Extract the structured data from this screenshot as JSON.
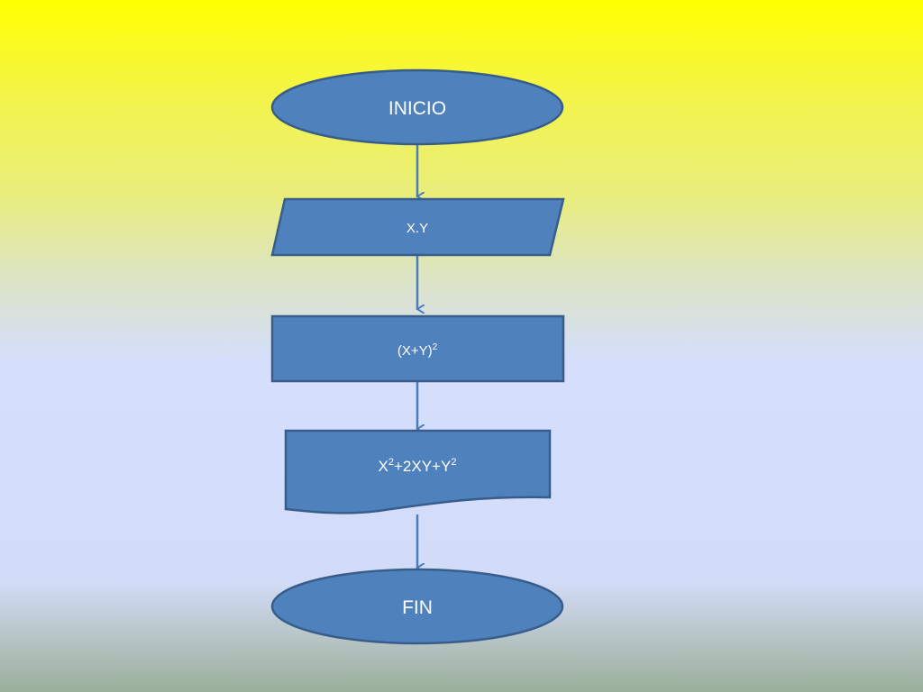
{
  "flowchart": {
    "colors": {
      "shape_fill": "#4f81bd",
      "shape_stroke": "#385d8a",
      "arrow": "#4a7ebb",
      "text": "#ffffff"
    },
    "nodes": {
      "start": {
        "shape": "terminator",
        "label": "INICIO"
      },
      "input": {
        "shape": "data-parallelogram",
        "label": "X.Y"
      },
      "process": {
        "shape": "process-rectangle",
        "base": "(X+Y)",
        "exponent": "2"
      },
      "output": {
        "shape": "document",
        "term1_base": "X",
        "term1_exp": "2",
        "middle": "+2XY+",
        "term2_base": "Y",
        "term2_exp": "2"
      },
      "end": {
        "shape": "terminator",
        "label": "FIN"
      }
    },
    "edges": [
      {
        "from": "INICIO",
        "to": "X.Y"
      },
      {
        "from": "X.Y",
        "to": "(X+Y)2"
      },
      {
        "from": "(X+Y)2",
        "to": "X2+2XY+Y2"
      },
      {
        "from": "X2+2XY+Y2",
        "to": "FIN"
      }
    ]
  }
}
